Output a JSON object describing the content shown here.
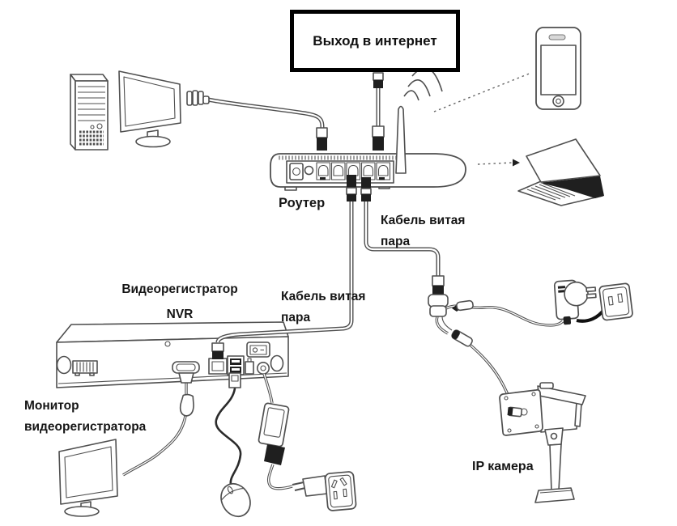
{
  "diagram": {
    "internet_box": {
      "label": "Выход в интернет"
    },
    "router_label": "Роутер",
    "cable_label_router_camera": {
      "line1": "Кабель витая",
      "line2": "пара"
    },
    "cable_label_router_nvr": {
      "line1": "Кабель витая",
      "line2": "пара"
    },
    "nvr_label": {
      "line1": "Видеорегистратор",
      "line2": "NVR"
    },
    "nvr_monitor_label": {
      "line1": "Монитор",
      "line2": "видеорегистратора"
    },
    "camera_label": "IP камера",
    "colors": {
      "line": "#4f4f4f",
      "dark": "#1f1f1f",
      "text": "#161616",
      "box_border": "#000000",
      "background": "#ffffff"
    },
    "figures": [
      "desktop-computer",
      "pc-monitor",
      "internet-exit-box",
      "router",
      "wifi-antenna",
      "wifi-waves",
      "smartphone",
      "laptop",
      "nvr-recorder",
      "nvr-monitor",
      "usb-mouse",
      "nvr-power-adapter",
      "wall-outlet",
      "twisted-pair-splitter",
      "camera-power-adapter",
      "camera-wall-outlet",
      "ip-camera"
    ]
  }
}
